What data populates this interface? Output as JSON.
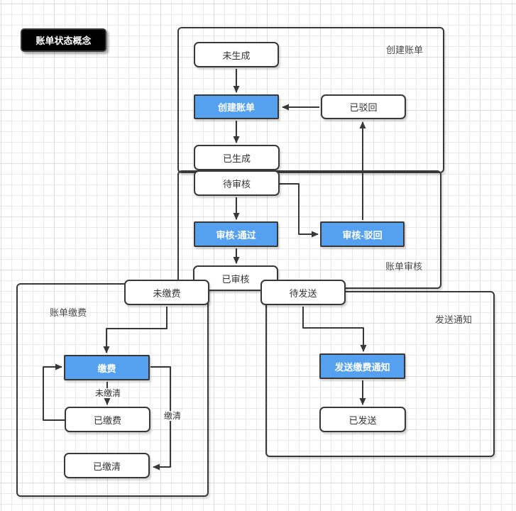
{
  "title": "账单状态概念",
  "containers": {
    "create": "创建账单",
    "review": "账单审核",
    "pay": "账单缴费",
    "notify": "发送通知"
  },
  "nodes": {
    "not_generated": "未生成",
    "create_bill": "创建账单",
    "rejected": "已驳回",
    "generated": "已生成",
    "pending_review": "待审核",
    "review_pass": "审核-通过",
    "review_reject": "审核-驳回",
    "reviewed": "已审核",
    "unpaid": "未缴费",
    "pending_send": "待发送",
    "pay": "缴费",
    "paid": "已缴费",
    "paid_off": "已缴清",
    "send_notice": "发送缴费通知",
    "sent": "已发送"
  },
  "edge_labels": {
    "not_paid_off": "未缴清",
    "paid_off": "缴清"
  },
  "colors": {
    "action_fill": "#55a1f0",
    "action_text": "#ffffff",
    "stroke": "#383838",
    "node_fill": "#ffffff",
    "node_text": "#333333",
    "container_label": "#4a4a4a",
    "title_bg": "#000000",
    "title_text": "#ffffff",
    "grid_minor": "#e9e9e9",
    "grid_major": "#dcdcdc",
    "canvas_bg": "#ffffff"
  }
}
